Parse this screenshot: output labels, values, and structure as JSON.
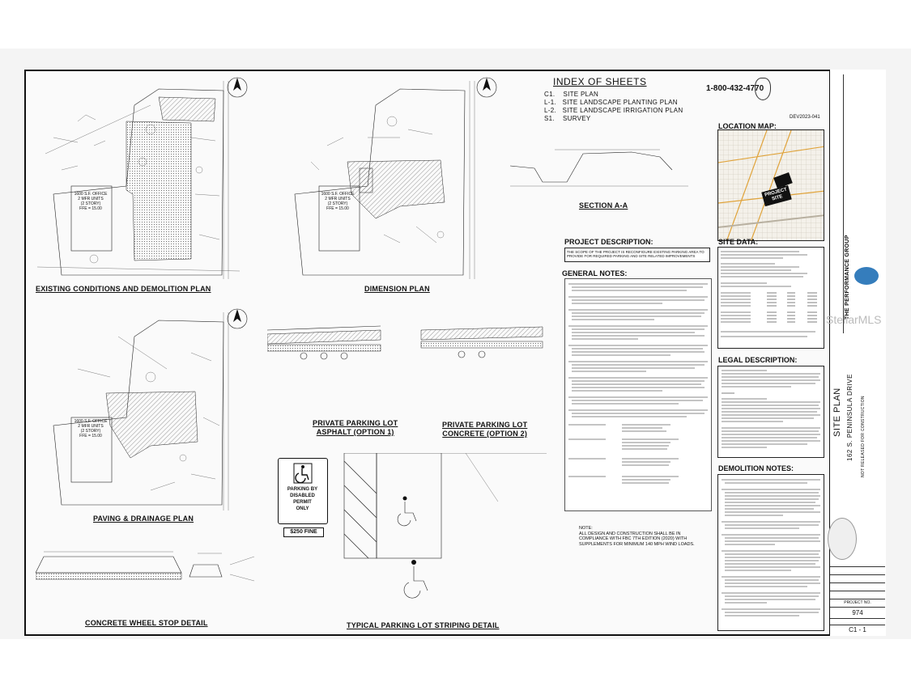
{
  "index": {
    "title": "INDEX OF SHEETS",
    "items": [
      {
        "code": "C1.",
        "name": "SITE PLAN"
      },
      {
        "code": "L-1.",
        "name": "SITE LANDSCAPE PLANTING PLAN"
      },
      {
        "code": "L-2.",
        "name": "SITE LANDSCAPE IRRIGATION PLAN"
      },
      {
        "code": "S1.",
        "name": "SURVEY"
      }
    ]
  },
  "header_logo": {
    "phone": "1-800-432-4770"
  },
  "dev_number": "DEV2023-041",
  "panels": {
    "existing_conditions": "EXISTING CONDITIONS AND DEMOLITION PLAN",
    "dimension": "DIMENSION PLAN",
    "paving_drainage": "PAVING & DRAINAGE PLAN",
    "asphalt": "PRIVATE PARKING LOT\nASPHALT (OPTION 1)",
    "concrete": "PRIVATE PARKING LOT\nCONCRETE (OPTION 2)",
    "wheel_stop": "CONCRETE WHEEL STOP DETAIL",
    "striping": "TYPICAL PARKING LOT STRIPING DETAIL",
    "section": "SECTION A-A"
  },
  "building_labels": {
    "existing": "1600 S.F. OFFICE\n2 MFR UNITS\n(2 STORY)\nFFE = 15.00",
    "dimension": "1600 S.F. OFFICE\n2 MFR UNITS\n(2 STORY)\nFFE = 15.00",
    "paving": "1600 S.F. OFFICE\n2 MFR UNITS\n(2 STORY)\nFFE = 15.00"
  },
  "sign": {
    "text": "PARKING BY\nDISABLED\nPERMIT\nONLY",
    "fine": "$250 FINE"
  },
  "notes": {
    "project_description_title": "PROJECT DESCRIPTION:",
    "project_description": "THE SCOPE OF THE PROJECT IS RECONFIGURE EXISTING PARKING AREA TO PROVIDE FOR REQUIRED PARKING AND SITE RELATED IMPROVEMENTS",
    "general_notes_title": "GENERAL NOTES:",
    "site_data_title": "SITE DATA:",
    "legal_description_title": "LEGAL DESCRIPTION:",
    "demolition_notes_title": "DEMOLITION NOTES:",
    "location_map_title": "LOCATION MAP:",
    "project_site": "PROJECT\nSITE",
    "fbc_note": "NOTE:\nALL DESIGN AND CONSTRUCTION SHALL BE IN\nCOMPLIANCE WITH FBC 7TH EDITION (2020) WITH\nSUPPLEMENTS FOR MINIMUM 140 MPH WIND LOADS."
  },
  "title_block": {
    "firm": "THE PERFORMANCE GROUP",
    "sheet_title": "SITE PLAN",
    "address": "162 S. PENINSULA DRIVE",
    "not_released": "NOT RELEASED FOR CONSTRUCTION",
    "project_no_label": "PROJECT NO.",
    "project_no": "974",
    "sheet_no": "C1 - 1"
  },
  "watermark": "StellarMLS",
  "colors": {
    "ink": "#111111",
    "paper": "#fafafa",
    "accent": "#1f6fb5"
  }
}
